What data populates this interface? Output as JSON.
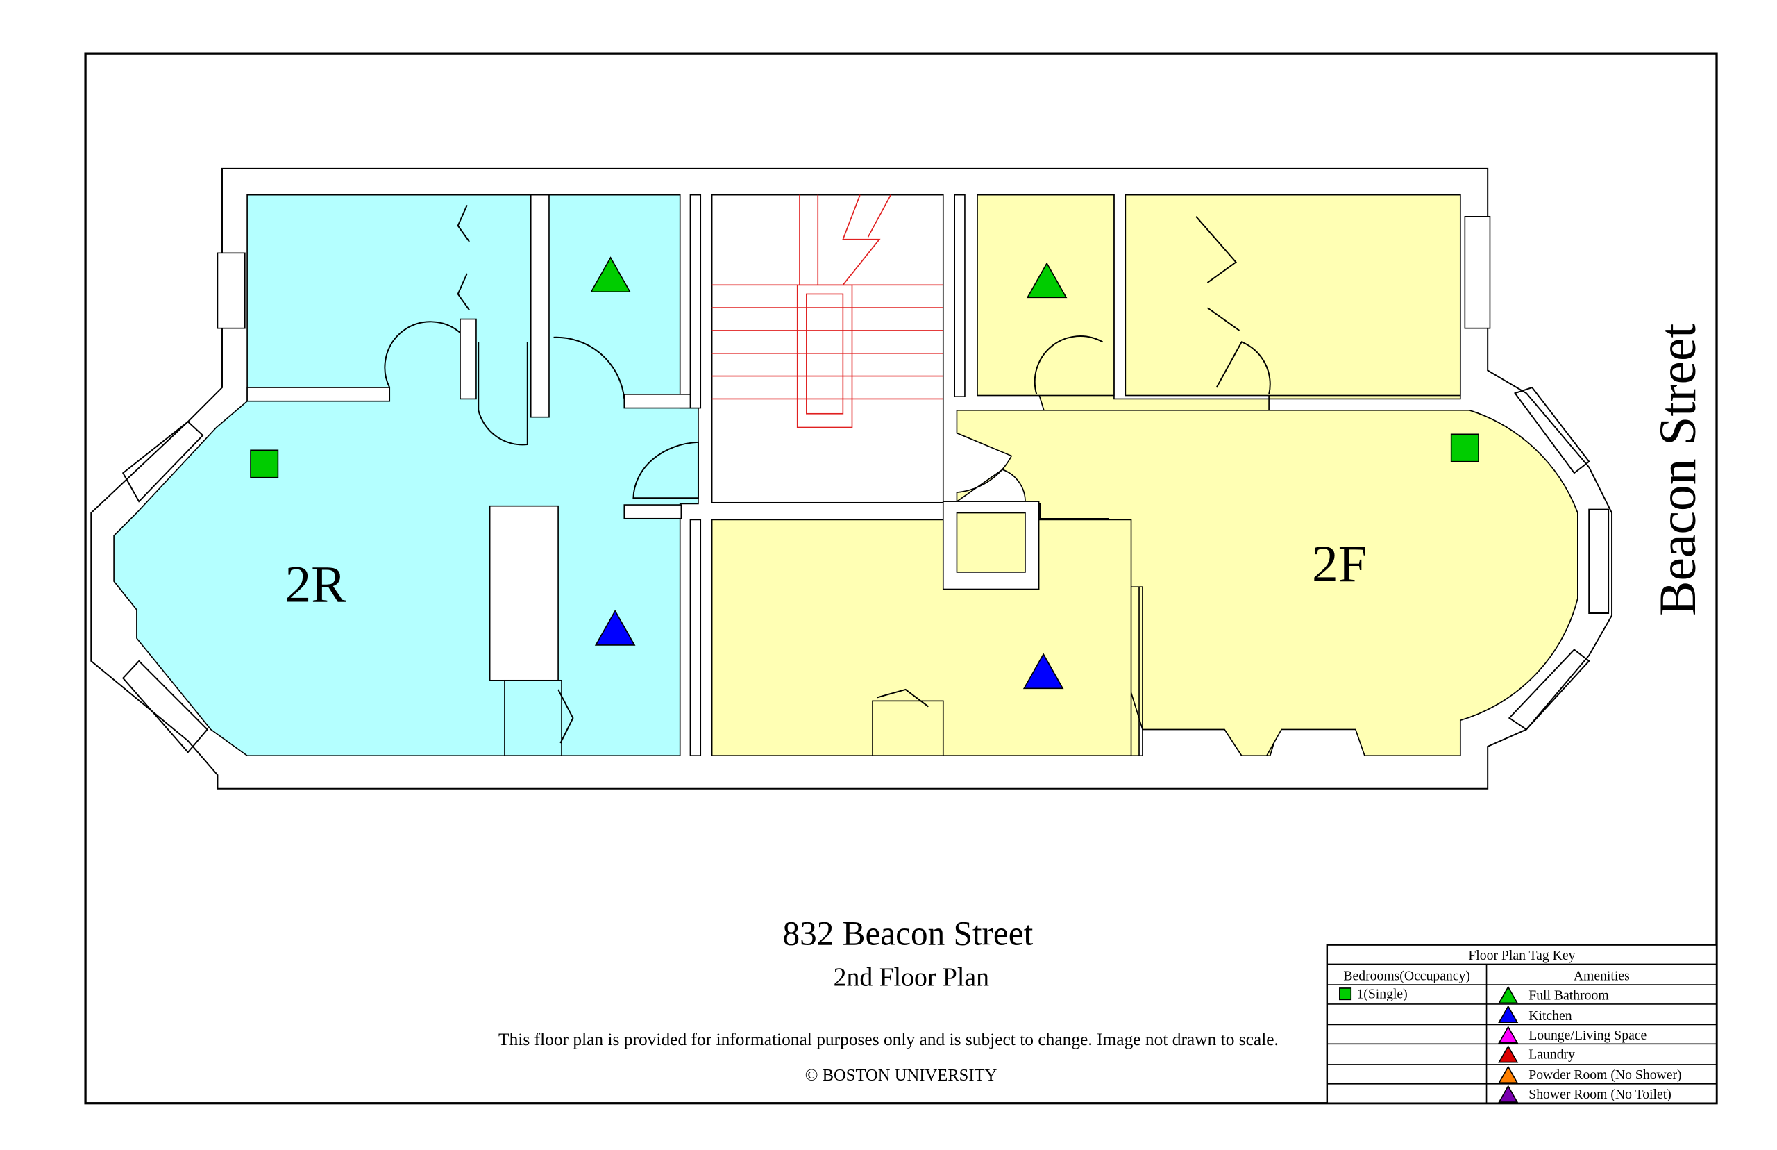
{
  "plan": {
    "title": "832 Beacon Street",
    "subtitle": "2nd Floor Plan",
    "disclaimer": "This floor plan is provided for informational purposes only and is subject to change. Image not drawn to scale.",
    "copyright": "© BOSTON UNIVERSITY",
    "street_label": "Beacon Street",
    "units": [
      {
        "label": "2R",
        "color": "#b4ffff"
      },
      {
        "label": "2F",
        "color": "#ffffb4"
      }
    ]
  },
  "legend": {
    "title": "Floor Plan Tag Key",
    "bedrooms_header": "Bedrooms(Occupancy)",
    "amenities_header": "Amenities",
    "bedrooms": [
      {
        "label": "1(Single)",
        "color": "#00cc00"
      }
    ],
    "amenities": [
      {
        "label": "Full Bathroom",
        "color": "#00cc00"
      },
      {
        "label": "Kitchen",
        "color": "#0000ff"
      },
      {
        "label": "Lounge/Living Space",
        "color": "#ff00ff"
      },
      {
        "label": "Laundry",
        "color": "#dd0000"
      },
      {
        "label": "Powder Room (No Shower)",
        "color": "#ff8000"
      },
      {
        "label": "Shower Room (No Toilet)",
        "color": "#7a00b0"
      }
    ]
  }
}
